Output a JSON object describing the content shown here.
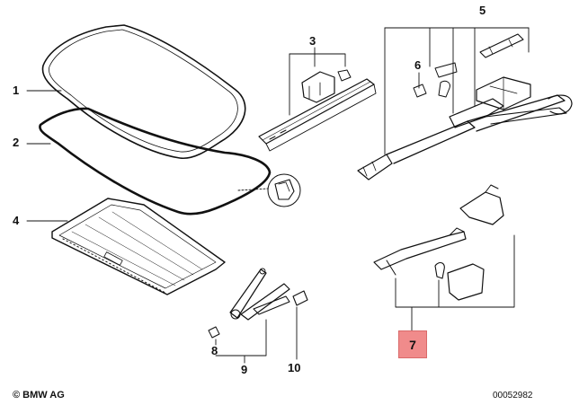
{
  "callouts": {
    "c1": "1",
    "c2": "2",
    "c3": "3",
    "c4": "4",
    "c5": "5",
    "c6": "6",
    "c7": "7",
    "c8": "8",
    "c9": "9",
    "c10": "10"
  },
  "footer": {
    "copyright": "© BMW AG",
    "code": "00052982"
  },
  "colors": {
    "highlight": "#f08b8b",
    "line": "#111111"
  }
}
